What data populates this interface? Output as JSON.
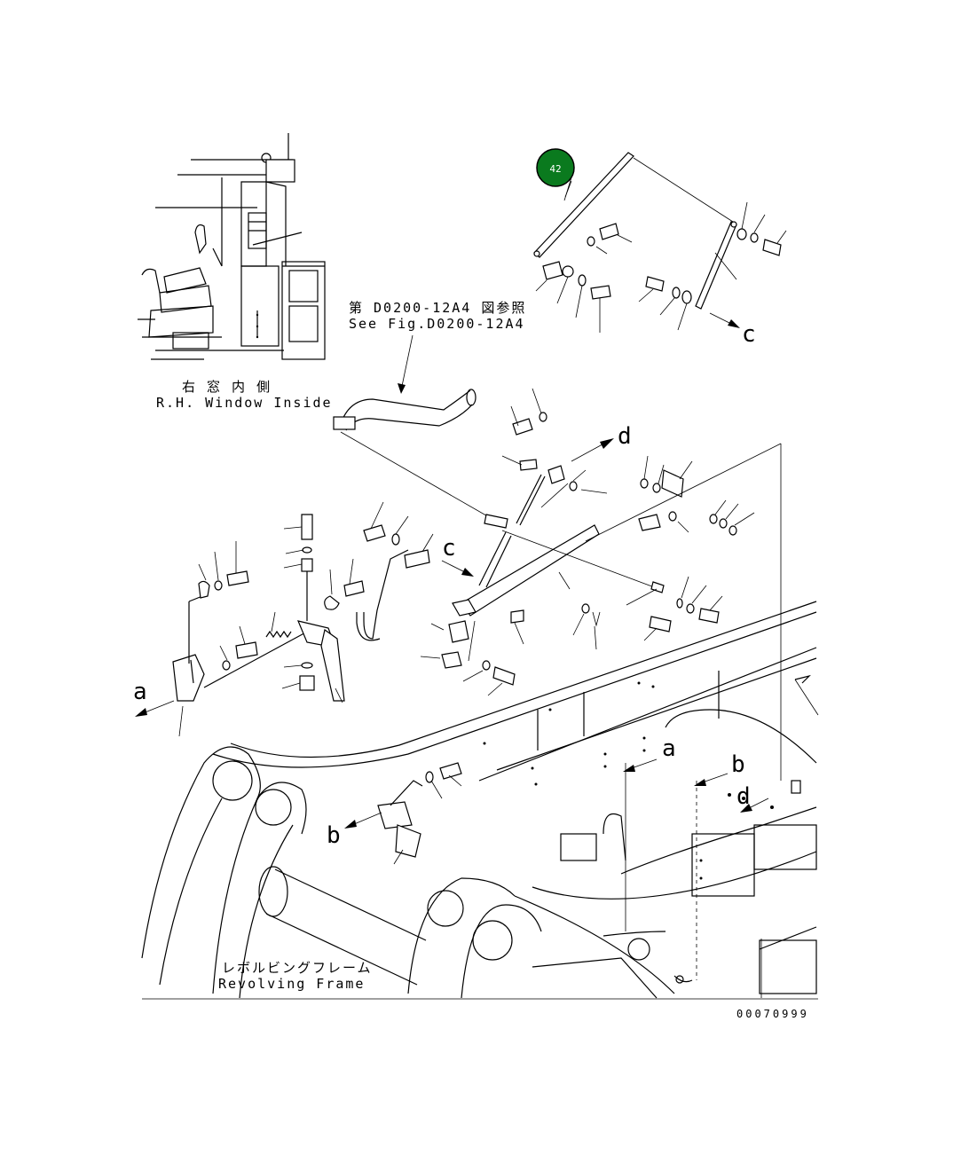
{
  "inset": {
    "caption_jp": "右 窓 内 側",
    "caption_en": "R.H. Window Inside"
  },
  "reference": {
    "jp": "第 D0200-12A4 図参照",
    "en": "See Fig.D0200-12A4"
  },
  "frame_label": {
    "jp": "レボルビングフレーム",
    "en": "Revolving Frame"
  },
  "callout": {
    "number": "42",
    "color": "#0a7a1e"
  },
  "arrow_letters": {
    "a1": "a",
    "a2": "a",
    "b1": "b",
    "b2": "b",
    "c1": "c",
    "c2": "c",
    "d1": "d",
    "d2": "d"
  },
  "drawing_number": "00070999"
}
